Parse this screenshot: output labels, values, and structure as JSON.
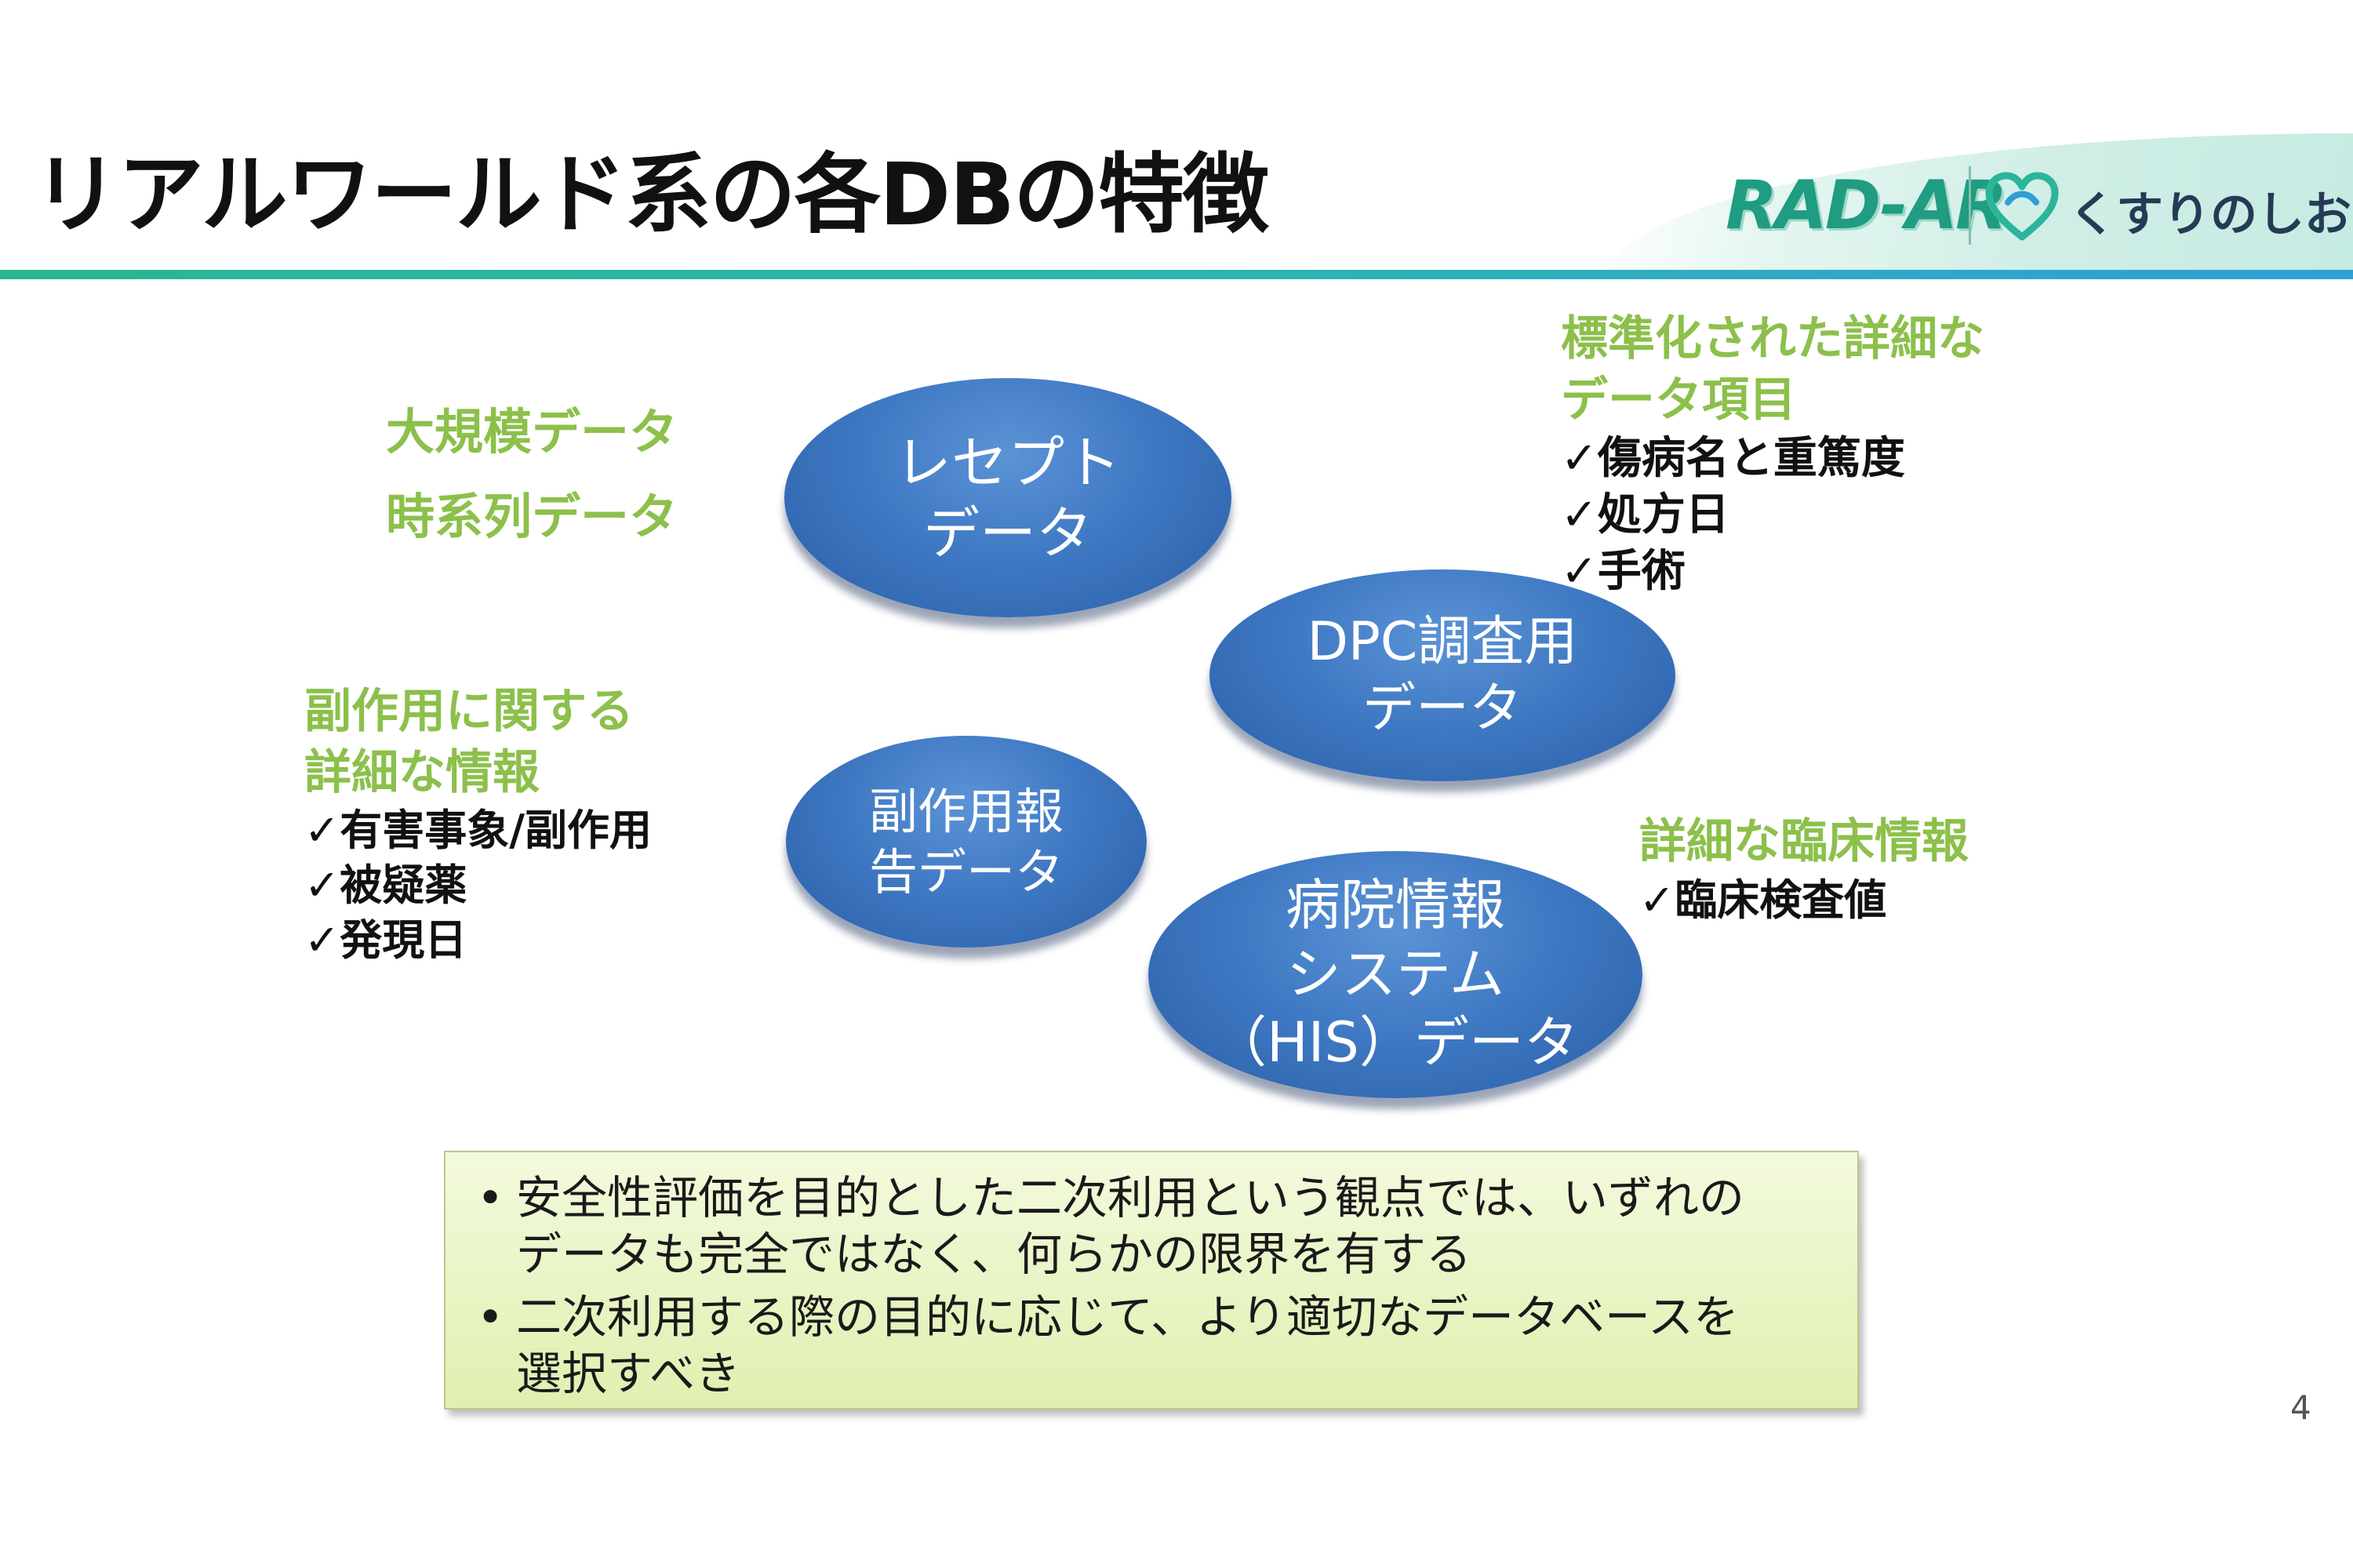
{
  "header": {
    "title": "リアルワールド系の各DBの特徴",
    "logo_radar": "RAD-AR",
    "logo_kusuri": "くすりのしおり"
  },
  "bubbles": {
    "receipt": [
      "レセプト",
      "データ"
    ],
    "dpc": [
      "DPC調査用",
      "データ"
    ],
    "adverse": [
      "副作用報",
      "告データ"
    ],
    "his": [
      "病院情報",
      "システム",
      "（HIS）データ"
    ]
  },
  "annotations": {
    "receipt": [
      "大規模データ",
      "時系列データ"
    ],
    "dpc": {
      "heading": [
        "標準化された詳細な",
        "データ項目"
      ],
      "items": [
        "✓傷病名と重篤度",
        "✓処方日",
        "✓手術"
      ]
    },
    "adverse": {
      "heading": [
        "副作用に関する",
        "詳細な情報"
      ],
      "items": [
        "✓有害事象/副作用",
        "✓被疑薬",
        "✓発現日"
      ]
    },
    "his": {
      "heading": [
        "詳細な臨床情報"
      ],
      "items": [
        "✓臨床検査値"
      ]
    }
  },
  "notes": [
    {
      "bullet": "•",
      "lines": [
        "安全性評価を目的とした二次利用という観点では、いずれの",
        "データも完全ではなく、何らかの限界を有する"
      ]
    },
    {
      "bullet": "•",
      "lines": [
        "二次利用する際の目的に応じて、より適切なデータベースを",
        "選択すべき"
      ]
    }
  ],
  "page_number": "4",
  "colors": {
    "accent_green": "#8cc04b",
    "bubble_blue": "#3f79c3",
    "header_line_start": "#29b692",
    "header_line_end": "#2f9fd6",
    "note_bg": "#e6f4c4"
  }
}
